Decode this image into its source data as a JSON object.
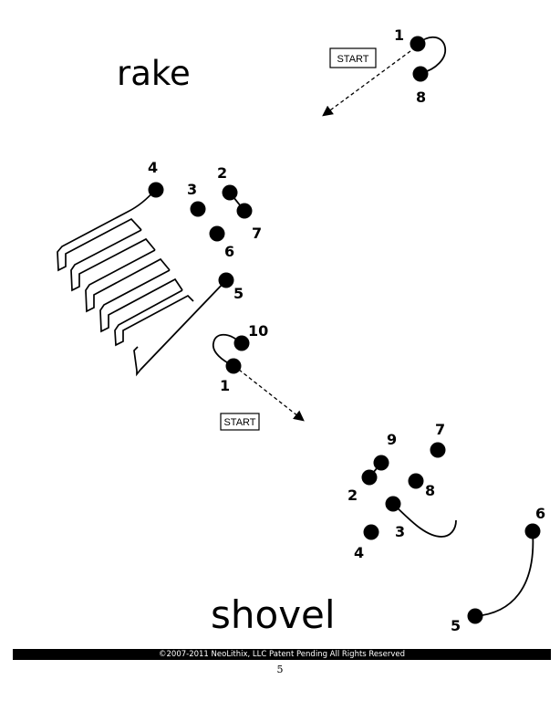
{
  "rake": {
    "title": "rake",
    "start_label": "START",
    "dots": [
      {
        "label": "1"
      },
      {
        "label": "2"
      },
      {
        "label": "3"
      },
      {
        "label": "4"
      },
      {
        "label": "5"
      },
      {
        "label": "6"
      },
      {
        "label": "7"
      },
      {
        "label": "8"
      }
    ]
  },
  "shovel": {
    "title": "shovel",
    "start_label": "START",
    "dots": [
      {
        "label": "1"
      },
      {
        "label": "2"
      },
      {
        "label": "3"
      },
      {
        "label": "4"
      },
      {
        "label": "5"
      },
      {
        "label": "6"
      },
      {
        "label": "7"
      },
      {
        "label": "8"
      },
      {
        "label": "9"
      },
      {
        "label": "10"
      }
    ]
  },
  "footer": {
    "copyright": "©2007-2011  NeoLithix, LLC  Patent Pending  All Rights Reserved",
    "page_number": "5"
  }
}
